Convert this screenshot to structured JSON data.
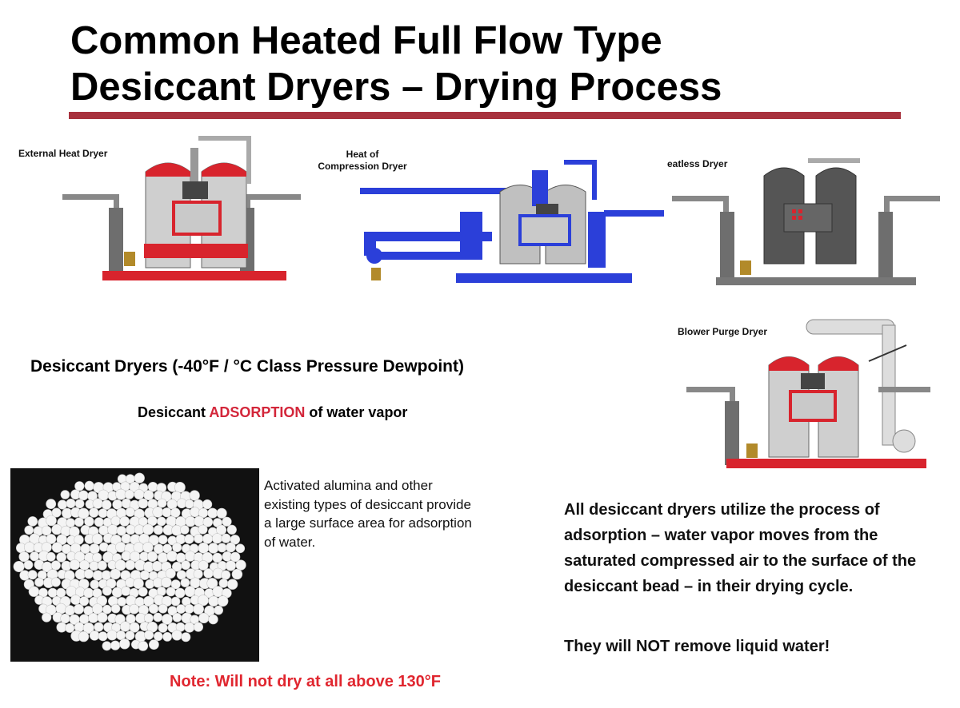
{
  "slide": {
    "title_line1": "Common Heated Full Flow Type",
    "title_line2": "Desiccant Dryers – Drying Process"
  },
  "dryers": {
    "external_heat": "External Heat Dryer",
    "hoc_line1": "Heat of",
    "hoc_line2": "Compression Dryer",
    "heatless": "eatless Dryer",
    "blower_purge": "Blower Purge Dryer"
  },
  "body": {
    "subtitle": "Desiccant Dryers (-40°F / °C Class Pressure Dewpoint)",
    "adsorption_prefix": "Desiccant ",
    "adsorption_word": "ADSORPTION",
    "adsorption_suffix": " of water vapor",
    "alumina_text": "Activated alumina and other existing types of desiccant provide a large surface area for adsorption of water.",
    "summary": "All desiccant dryers utilize the process of adsorption – water vapor moves from the saturated compressed air to the surface of the desiccant bead – in their drying cycle.",
    "warning": "They will NOT remove liquid water!",
    "note": "Note: Will not dry at all above 130°F"
  },
  "colors": {
    "rule": "#a8323e",
    "accent_red": "#d3263a",
    "hoc_blue": "#2b3fd9"
  }
}
